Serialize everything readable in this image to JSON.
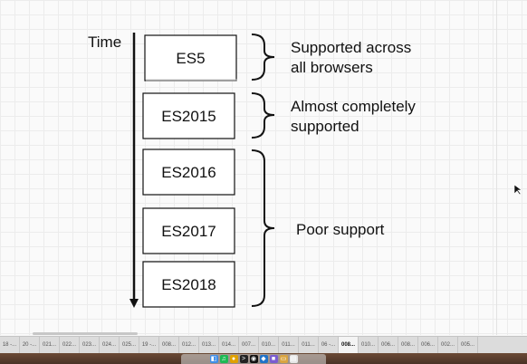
{
  "diagram": {
    "axis_label": "Time",
    "boxes": [
      {
        "label": "ES5"
      },
      {
        "label": "ES2015"
      },
      {
        "label": "ES2016"
      },
      {
        "label": "ES2017"
      },
      {
        "label": "ES2018"
      }
    ],
    "annotations": [
      {
        "lines": [
          "Supported across",
          "all browsers"
        ]
      },
      {
        "lines": [
          "Almost completely",
          "supported"
        ]
      },
      {
        "lines": [
          "Poor support"
        ]
      }
    ]
  },
  "tabs": [
    {
      "label": "18 -..."
    },
    {
      "label": "20 -..."
    },
    {
      "label": "021..."
    },
    {
      "label": "022..."
    },
    {
      "label": "023..."
    },
    {
      "label": "024..."
    },
    {
      "label": "025..."
    },
    {
      "label": "19 -..."
    },
    {
      "label": "008..."
    },
    {
      "label": "012..."
    },
    {
      "label": "013..."
    },
    {
      "label": "014..."
    },
    {
      "label": "007..."
    },
    {
      "label": "010..."
    },
    {
      "label": "011..."
    },
    {
      "label": "011..."
    },
    {
      "label": "06 -..."
    },
    {
      "label": "008...",
      "active": true
    },
    {
      "label": "010..."
    },
    {
      "label": "006..."
    },
    {
      "label": "008..."
    },
    {
      "label": "006..."
    },
    {
      "label": "002..."
    },
    {
      "label": "005..."
    }
  ],
  "dock": {
    "icons": [
      {
        "name": "finder",
        "glyph": "◧",
        "color": "#3f8ee8"
      },
      {
        "name": "spotify",
        "glyph": "♫",
        "color": "#1db954"
      },
      {
        "name": "chrome",
        "glyph": "●",
        "color": "#e0a100"
      },
      {
        "name": "terminal",
        "glyph": ">",
        "color": "#222222"
      },
      {
        "name": "github",
        "glyph": "◉",
        "color": "#111111"
      },
      {
        "name": "vscode",
        "glyph": "◆",
        "color": "#1f72c8"
      },
      {
        "name": "app",
        "glyph": "■",
        "color": "#7a5cd0"
      },
      {
        "name": "folder",
        "glyph": "▭",
        "color": "#d9a441"
      },
      {
        "name": "notes",
        "glyph": "▤",
        "color": "#e6e6e6"
      }
    ]
  }
}
